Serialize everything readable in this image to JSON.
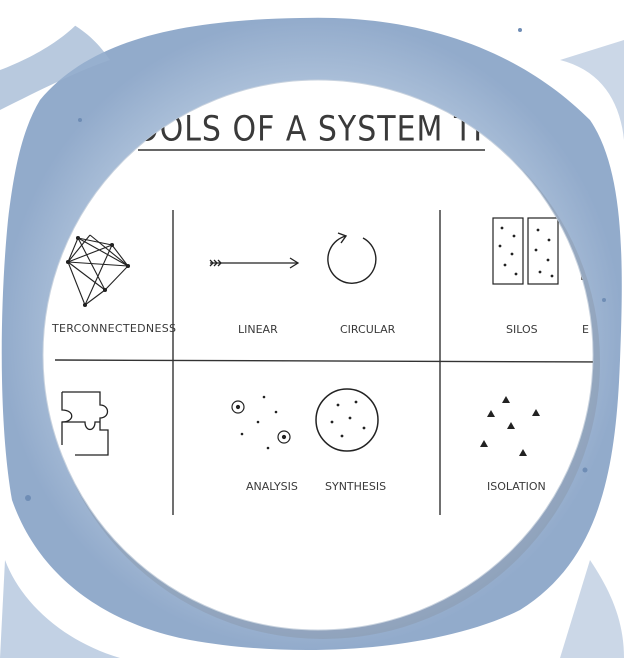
{
  "colors": {
    "watercolor": "#8fa9c8",
    "watercolor_dark": "#5f7fa8",
    "ink": "#2e2e2e",
    "paper": "#ffffff"
  },
  "title": "OOLS OF A SYSTEM THINKER",
  "labels": {
    "interconnectedness": "TERCONNECTEDNESS",
    "linear": "LINEAR",
    "circular": "CIRCULAR",
    "silos": "SILOS",
    "cut_label": "E",
    "analysis": "ANALYSIS",
    "synthesis": "SYNTHESIS",
    "isolation": "ISOLATION"
  },
  "icons": [
    "network-icon",
    "arrow-icon",
    "circle-arrow-icon",
    "silos-icon",
    "puzzle-icon",
    "analysis-dots-icon",
    "synthesis-circle-icon",
    "isolation-triangles-icon"
  ]
}
